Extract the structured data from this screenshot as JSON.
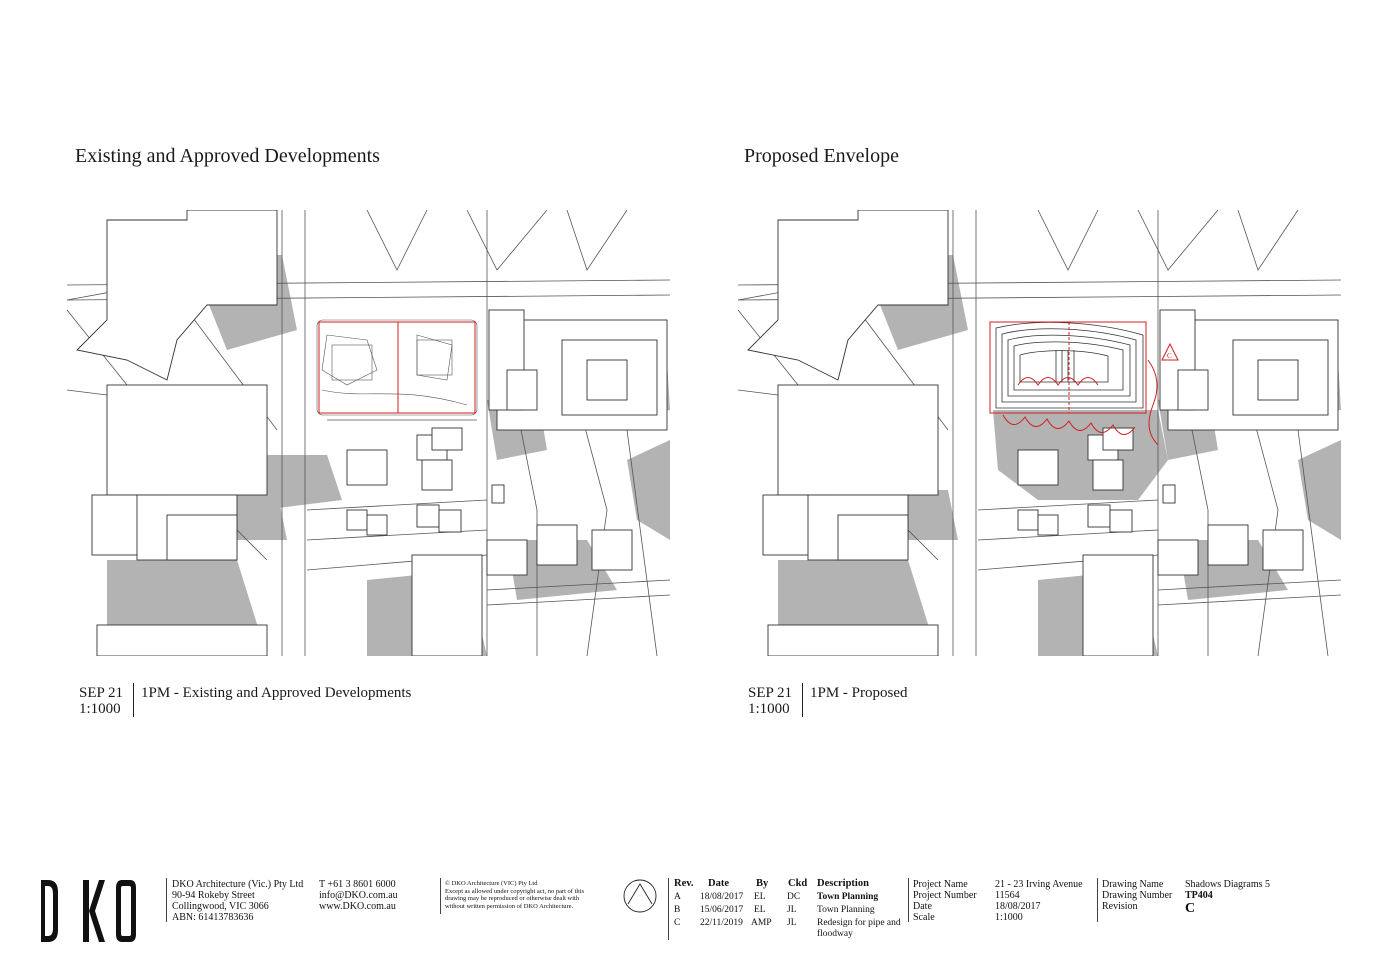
{
  "panels": [
    {
      "title": "Existing and Approved Developments",
      "caption": {
        "date": "SEP 21",
        "scale": "1:1000",
        "description": "1PM - Existing and Approved Developments"
      }
    },
    {
      "title": "Proposed Envelope",
      "caption": {
        "date": "SEP 21",
        "scale": "1:1000",
        "description": "1PM - Proposed"
      },
      "revision_tag": "C"
    }
  ],
  "footer": {
    "logo": "DKO",
    "company": [
      "DKO Architecture (Vic.) Pty Ltd",
      "90-94 Rokeby Street",
      "Collingwood, VIC 3066",
      "ABN: 61413783636"
    ],
    "contact": [
      "T +61 3 8601 6000",
      "info@DKO.com.au",
      "www.DKO.com.au"
    ],
    "copyright": [
      "© DKO Architecture (VIC) Pty Ltd",
      "Except as allowed under copyright act, no part of this",
      "drawing may be reproduced or otherwise dealt with",
      "without written permission of DKO Architecture."
    ],
    "revisions": {
      "headers": [
        "Rev.",
        "Date",
        "By",
        "Ckd",
        "Description"
      ],
      "rows": [
        [
          "A",
          "18/08/2017",
          "EL",
          "DC",
          "Town Planning"
        ],
        [
          "B",
          "15/06/2017",
          "EL",
          "JL",
          "Town Planning"
        ],
        [
          "C",
          "22/11/2019",
          "AMP",
          "JL",
          "Redesign for pipe and",
          "floodway"
        ]
      ]
    },
    "project": {
      "labels": [
        "Project Name",
        "Project Number",
        "Date",
        "Scale"
      ],
      "values": [
        "21 - 23 Irving Avenue",
        "11564",
        "18/08/2017",
        "1:1000"
      ]
    },
    "drawing": {
      "labels": [
        "Drawing Name",
        "Drawing Number",
        "Revision"
      ],
      "values": [
        "Shadows Diagrams 5",
        "TP404",
        "C"
      ]
    }
  }
}
